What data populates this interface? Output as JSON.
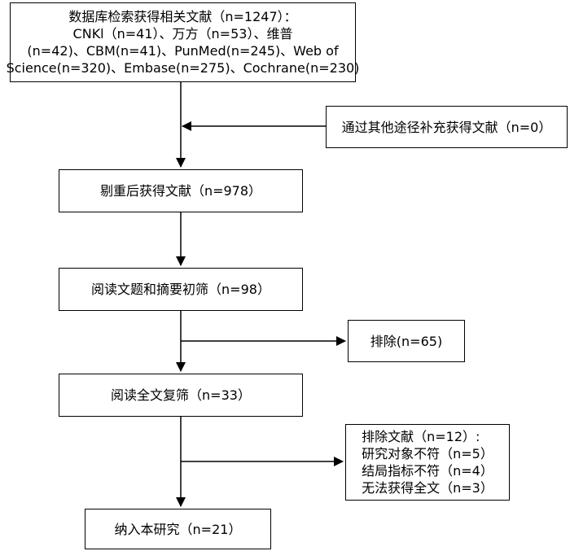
{
  "boxes": {
    "identified": {
      "lines": [
        "数据库检索获得相关文献（n=1247）：",
        "CNKl（n=41）、万方（n=53）、维普",
        "(n=42)、CBM(n=41)、PunMed(n=245)、Web of",
        "Science(n=320)、Embase(n=275)、Cochrane(n=230)"
      ]
    },
    "other_sources": {
      "label": "通过其他途径补充获得文献（n=0）"
    },
    "deduplicated": {
      "label": "剔重后获得文献（n=978）"
    },
    "title_abstract": {
      "label": "阅读文题和摘要初筛（n=98）"
    },
    "excluded_1": {
      "label": "排除(n=65)"
    },
    "full_text": {
      "label": "阅读全文复筛（n=33）"
    },
    "excluded_2": {
      "lines": [
        "排除文献（n=12）:",
        "研究对象不符（n=5）",
        "结局指标不符（n=4）",
        "无法获得全文（n=3）"
      ]
    },
    "included": {
      "label": "纳入本研究（n=21）"
    }
  }
}
